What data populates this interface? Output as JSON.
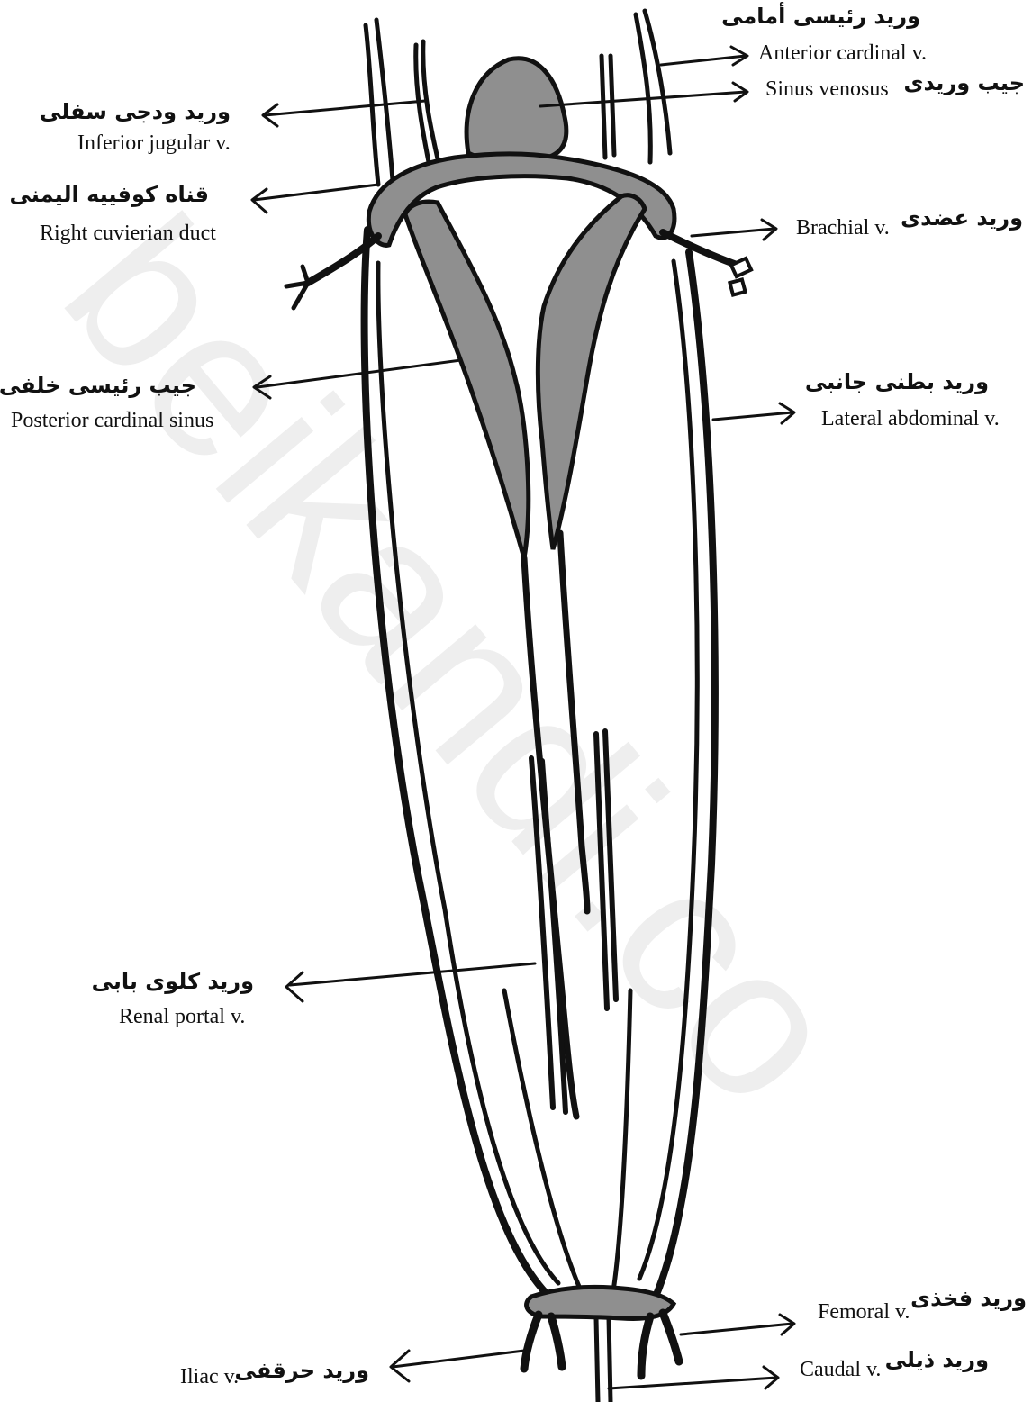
{
  "watermark": {
    "text": "beikandi.co"
  },
  "labels": {
    "anterior_cardinal": {
      "ar": "ورید رئیسی أمامی",
      "en": "Anterior cardinal v."
    },
    "sinus_venosus": {
      "ar": "جیب وریدی",
      "en": "Sinus venosus"
    },
    "inferior_jugular": {
      "ar": "ورید ودجی سفلی",
      "en": "Inferior jugular v."
    },
    "right_cuvierian": {
      "ar": "قناه کوفییه الیمنی",
      "en": "Right cuvierian duct"
    },
    "brachial": {
      "ar": "ورید عضدی",
      "en": "Brachial v."
    },
    "posterior_cardinal": {
      "ar": "جیب رئیسی خلفی",
      "en": "Posterior cardinal sinus"
    },
    "lateral_abdominal": {
      "ar": "ورید بطنی جانبی",
      "en": "Lateral abdominal v."
    },
    "renal_portal": {
      "ar": "ورید کلوی بابی",
      "en": "Renal portal v."
    },
    "femoral": {
      "ar": "ورید فخذی",
      "en": "Femoral v."
    },
    "iliac": {
      "ar": "ورید حرقفی",
      "en": "Iliac v."
    },
    "caudal": {
      "ar": "ورید ذیلی",
      "en": "Caudal v."
    }
  }
}
